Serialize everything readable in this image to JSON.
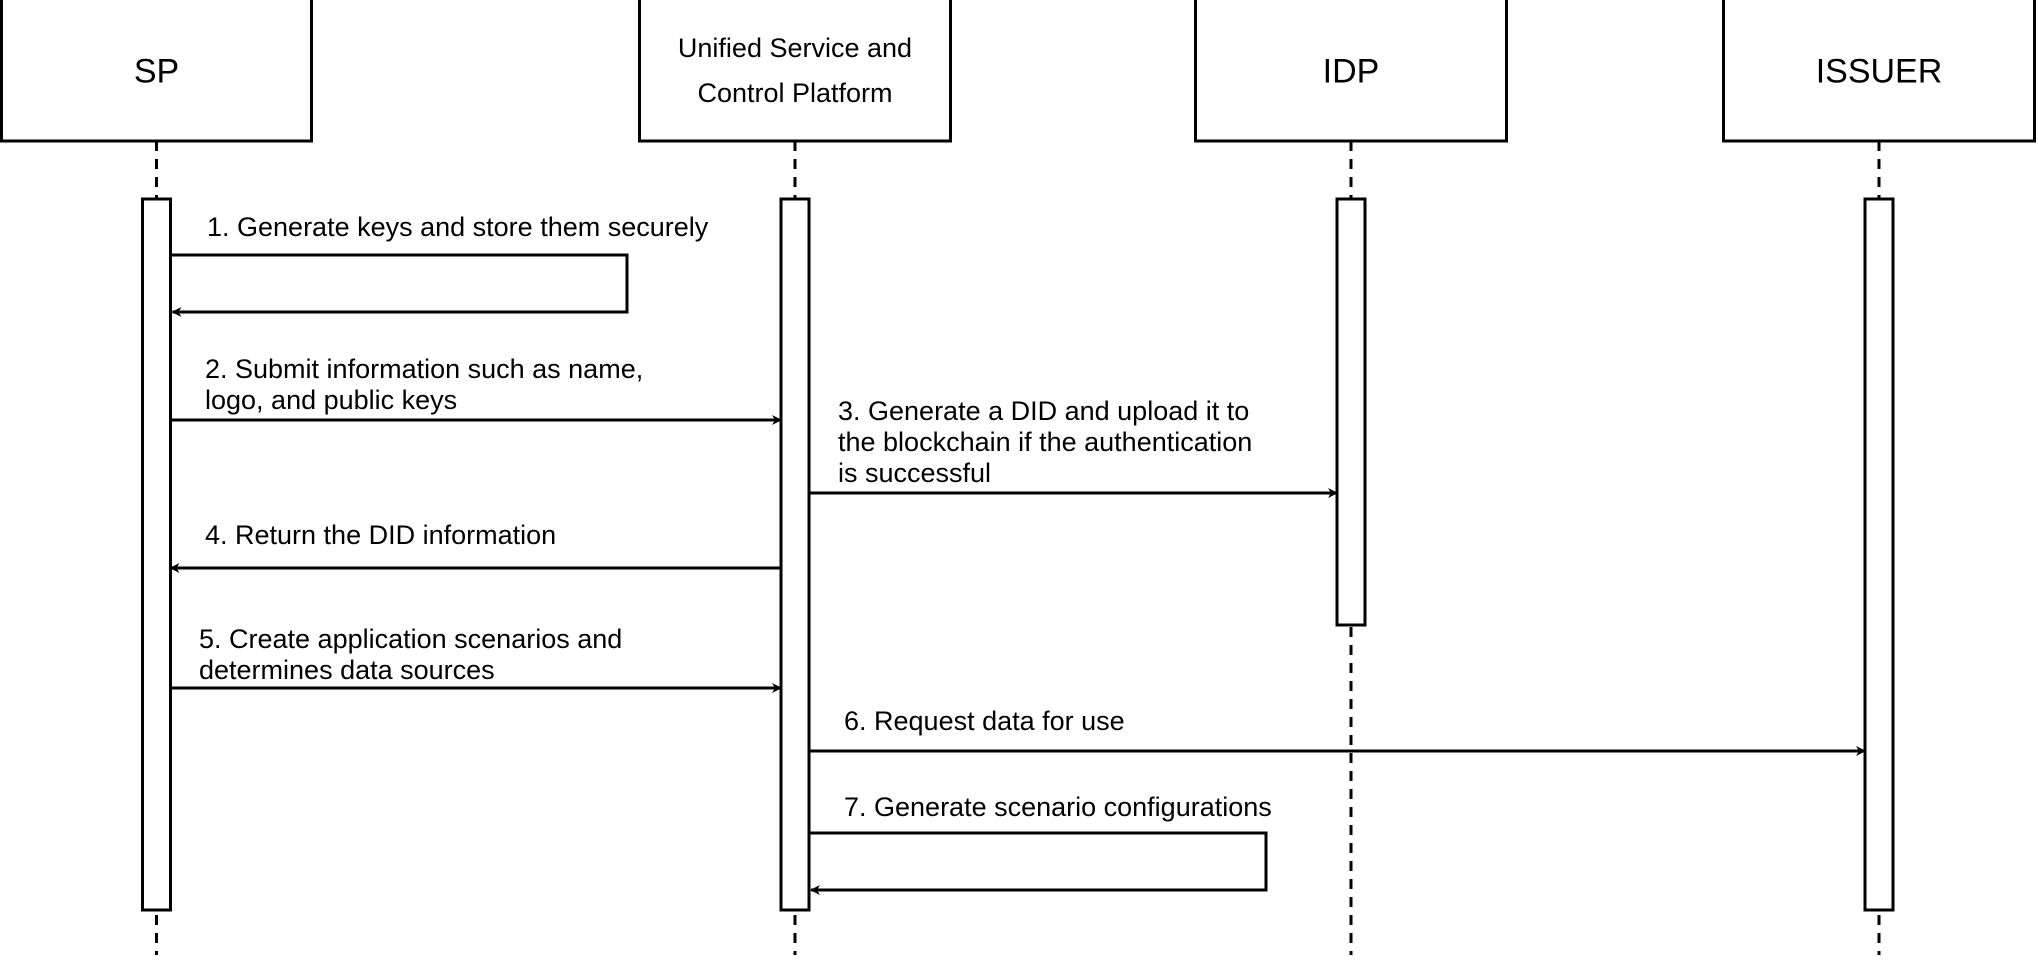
{
  "diagram": {
    "type": "sequence",
    "colors": {
      "stroke": "#000000",
      "background": "#ffffff",
      "text": "#000000"
    },
    "actors": [
      {
        "id": "sp",
        "label_lines": [
          "SP"
        ]
      },
      {
        "id": "uscp",
        "label_lines": [
          "Unified Service and",
          "Control Platform"
        ]
      },
      {
        "id": "idp",
        "label_lines": [
          "IDP"
        ]
      },
      {
        "id": "issuer",
        "label_lines": [
          "ISSUER"
        ]
      }
    ],
    "messages": [
      {
        "step": 1,
        "from": "sp",
        "to": "sp",
        "self": true,
        "text_lines": [
          "1. Generate keys and store them securely"
        ]
      },
      {
        "step": 2,
        "from": "sp",
        "to": "uscp",
        "text_lines": [
          "2. Submit information such as name,",
          "logo, and public keys"
        ]
      },
      {
        "step": 3,
        "from": "uscp",
        "to": "idp",
        "text_lines": [
          "3. Generate a DID and upload it to",
          "the blockchain if the authentication",
          "is successful"
        ]
      },
      {
        "step": 4,
        "from": "uscp",
        "to": "sp",
        "text_lines": [
          "4. Return the DID information"
        ]
      },
      {
        "step": 5,
        "from": "sp",
        "to": "uscp",
        "text_lines": [
          "5. Create application scenarios and",
          "determines data sources"
        ]
      },
      {
        "step": 6,
        "from": "uscp",
        "to": "issuer",
        "text_lines": [
          "6. Request data for use"
        ]
      },
      {
        "step": 7,
        "from": "uscp",
        "to": "uscp",
        "self": true,
        "text_lines": [
          "7. Generate scenario configurations"
        ]
      }
    ]
  }
}
